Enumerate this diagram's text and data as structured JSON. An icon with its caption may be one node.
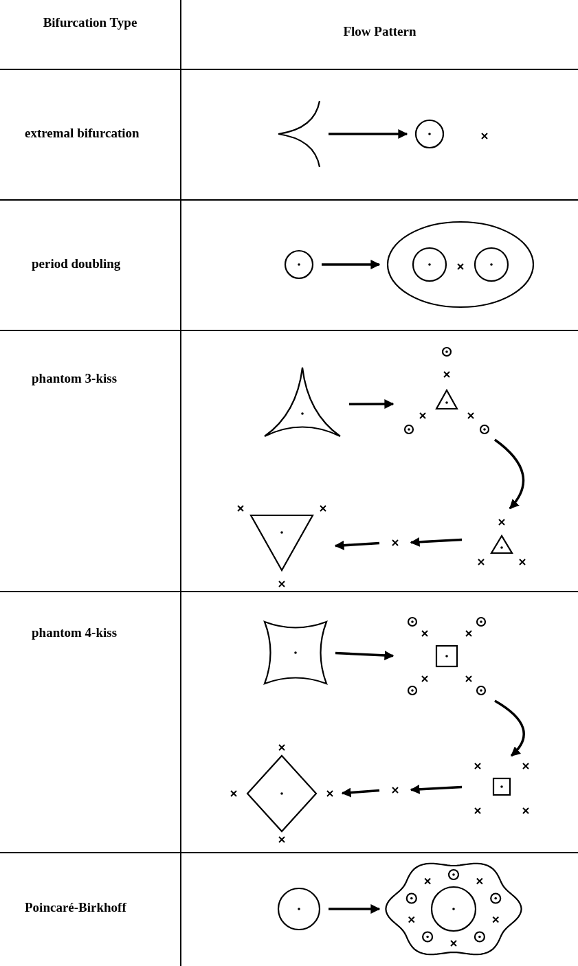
{
  "diagram": {
    "nodes": [
      {
        "text": [],
        "shape": "picture"
      },
      {
        "text": [],
        "shape": "picture"
      },
      {
        "text": [],
        "shape": "picture"
      },
      {
        "text": [],
        "shape": "picture"
      },
      {
        "text": [],
        "shape": "picture"
      },
      {
        "text": [],
        "shape": "picture"
      },
      {
        "text": [],
        "shape": "picture"
      },
      {
        "text": [],
        "shape": "picture"
      },
      {
        "text": [],
        "shape": "picture"
      },
      {
        "text": [],
        "shape": "picture"
      },
      {
        "text": [],
        "shape": "picture"
      },
      {
        "text": [],
        "shape": "picture"
      },
      {
        "text": [],
        "shape": "picture"
      },
      {
        "text": [],
        "shape": "picture"
      },
      {
        "text": [],
        "shape": "picture"
      },
      {
        "text": [],
        "shape": "picture"
      }
    ],
    "edges": [
      {
        "from": 0,
        "to": 1,
        "arrow": "to"
      },
      {
        "from": 2,
        "to": 3,
        "arrow": "to"
      },
      {
        "from": 4,
        "to": 5,
        "arrow": "to"
      },
      {
        "from": 5,
        "to": 6,
        "arrow": "to"
      },
      {
        "from": 6,
        "to": 7,
        "arrow": "to"
      },
      {
        "from": 7,
        "to": 8,
        "arrow": "to"
      },
      {
        "from": 9,
        "to": 10,
        "arrow": "to"
      },
      {
        "from": 10,
        "to": 11,
        "arrow": "to"
      },
      {
        "from": 11,
        "to": 12,
        "arrow": "to"
      },
      {
        "from": 12,
        "to": 13,
        "arrow": "to"
      },
      {
        "from": 14,
        "to": 15,
        "arrow": "to"
      }
    ],
    "labels": [
      "Bifurcation Type",
      "Flow Pattern",
      "extremal bifurcation",
      "period doubling",
      "phantom 3-kiss",
      "phantom 4-kiss",
      "Poincaré-Birkhoff"
    ]
  }
}
